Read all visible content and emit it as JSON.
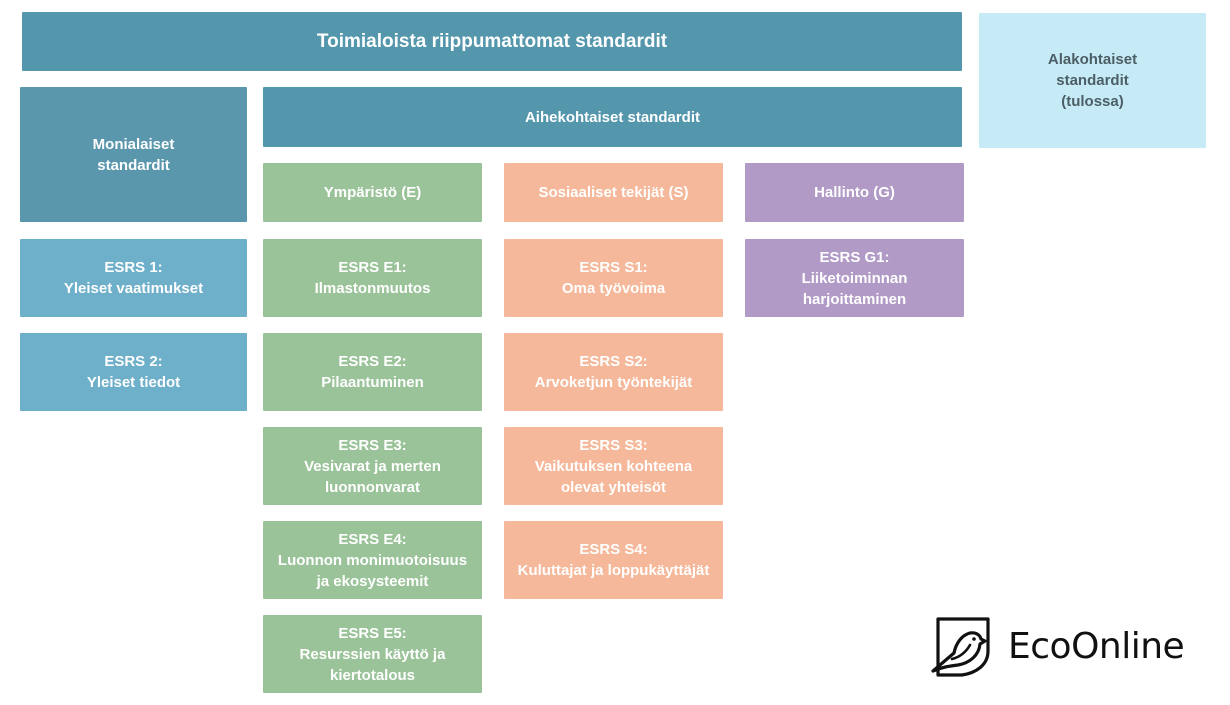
{
  "header": {
    "industry_agnostic": "Toimialoista riippumattomat standardit",
    "sector_specific": "Alakohtaiset\nstandardit\n(tulossa)"
  },
  "cross_cutting": {
    "title": "Monialaiset\nstandardit",
    "items": [
      "ESRS 1:\nYleiset vaatimukset",
      "ESRS 2:\nYleiset tiedot"
    ]
  },
  "topical": {
    "title": "Aihekohtaiset standardit",
    "environment": {
      "title": "Ympäristö (E)",
      "items": [
        "ESRS E1:\nIlmastonmuutos",
        "ESRS E2:\nPilaantuminen",
        "ESRS E3:\nVesivarat ja merten\nluonnonvarat",
        "ESRS E4:\nLuonnon monimuotoisuus\nja ekosysteemit",
        "ESRS E5:\nResurssien käyttö ja\nkiertotalous"
      ]
    },
    "social": {
      "title": "Sosiaaliset tekijät (S)",
      "items": [
        "ESRS S1:\nOma työvoima",
        "ESRS S2:\nArvoketjun työntekijät",
        "ESRS S3:\nVaikutuksen kohteena\nolevat yhteisöt",
        "ESRS S4:\nKuluttajat ja loppukäyttäjät"
      ]
    },
    "governance": {
      "title": "Hallinto (G)",
      "items": [
        "ESRS G1:\nLiiketoiminnan\nharjoittaminen"
      ]
    }
  },
  "logo": {
    "text": "EcoOnline"
  },
  "colors": {
    "teal": "#5497ad",
    "blue": "#6eafc9",
    "light_blue": "#c7ebf6",
    "green": "#9bc39a",
    "salmon": "#f5b89a",
    "purple": "#b19ac6"
  }
}
